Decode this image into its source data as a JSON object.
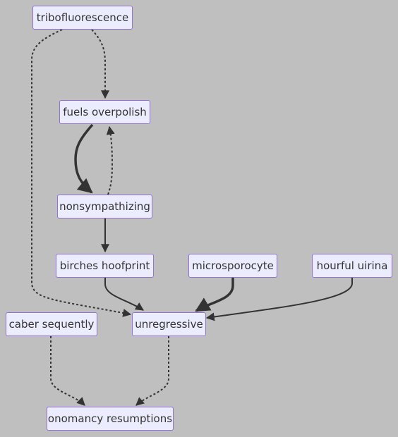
{
  "diagram": {
    "type": "flowchart",
    "colors": {
      "background": "#bfbfbf",
      "node_fill": "#ececff",
      "node_border": "#9370db",
      "text": "#333333",
      "edge": "#333333"
    },
    "nodes": [
      {
        "id": "tribo",
        "label": "tribofluorescence"
      },
      {
        "id": "fuels",
        "label": "fuels overpolish"
      },
      {
        "id": "nonsym",
        "label": "nonsympathizing"
      },
      {
        "id": "birches",
        "label": "birches hoofprint"
      },
      {
        "id": "micro",
        "label": "microsporocyte"
      },
      {
        "id": "hourful",
        "label": "hourful uirina"
      },
      {
        "id": "caber",
        "label": "caber sequently"
      },
      {
        "id": "unreg",
        "label": "unregressive"
      },
      {
        "id": "onom",
        "label": "onomancy resumptions"
      }
    ],
    "edges": [
      {
        "from": "tribo",
        "to": "fuels",
        "style": "dotted"
      },
      {
        "from": "tribo",
        "to": "unreg",
        "style": "dotted"
      },
      {
        "from": "fuels",
        "to": "nonsym",
        "style": "thick"
      },
      {
        "from": "nonsym",
        "to": "fuels",
        "style": "dotted"
      },
      {
        "from": "nonsym",
        "to": "birches",
        "style": "solid"
      },
      {
        "from": "birches",
        "to": "unreg",
        "style": "solid"
      },
      {
        "from": "micro",
        "to": "unreg",
        "style": "thick"
      },
      {
        "from": "hourful",
        "to": "unreg",
        "style": "solid"
      },
      {
        "from": "caber",
        "to": "onom",
        "style": "dotted"
      },
      {
        "from": "unreg",
        "to": "onom",
        "style": "dotted"
      }
    ]
  }
}
